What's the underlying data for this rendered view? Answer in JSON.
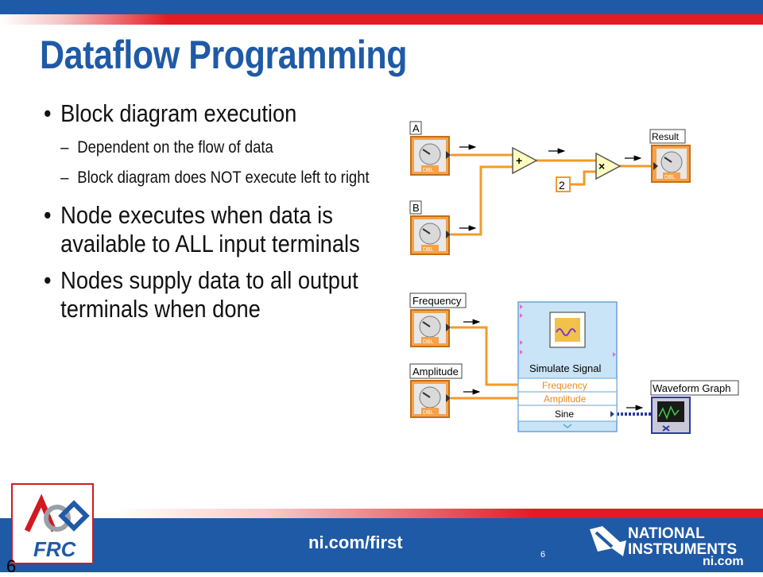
{
  "slide": {
    "title": "Dataflow Programming",
    "bullets": [
      {
        "text": "Block diagram execution",
        "sub": [
          "Dependent on the flow of data",
          "Block diagram does NOT execute left to right"
        ]
      },
      {
        "text": "Node executes when data is available to ALL input terminals"
      },
      {
        "text": "Nodes supply data to all output terminals when done"
      }
    ]
  },
  "diagram": {
    "top": {
      "input_a": "A",
      "input_b": "B",
      "result": "Result",
      "constant": "2",
      "add_symbol": "+",
      "mul_symbol": "×",
      "dbl": "DBL"
    },
    "bottom": {
      "frequency": "Frequency",
      "amplitude": "Amplitude",
      "node_title": "Simulate Signal",
      "node_rows": [
        "Frequency",
        "Amplitude",
        "Sine"
      ],
      "graph": "Waveform Graph",
      "dbl": "DBL"
    }
  },
  "footer": {
    "url": "ni.com/first",
    "page_number": "6",
    "corner_number": "6",
    "frc_logo_text": "FRC",
    "ni_logo_lines": [
      "NATIONAL",
      "INSTRUMENTS"
    ],
    "ni_logo_suffix": "ni.com"
  },
  "colors": {
    "brand_blue": "#1f5aa6",
    "brand_red": "#e31b23",
    "wire_orange": "#f39a2b",
    "node_yellow": "#ffffc0"
  }
}
